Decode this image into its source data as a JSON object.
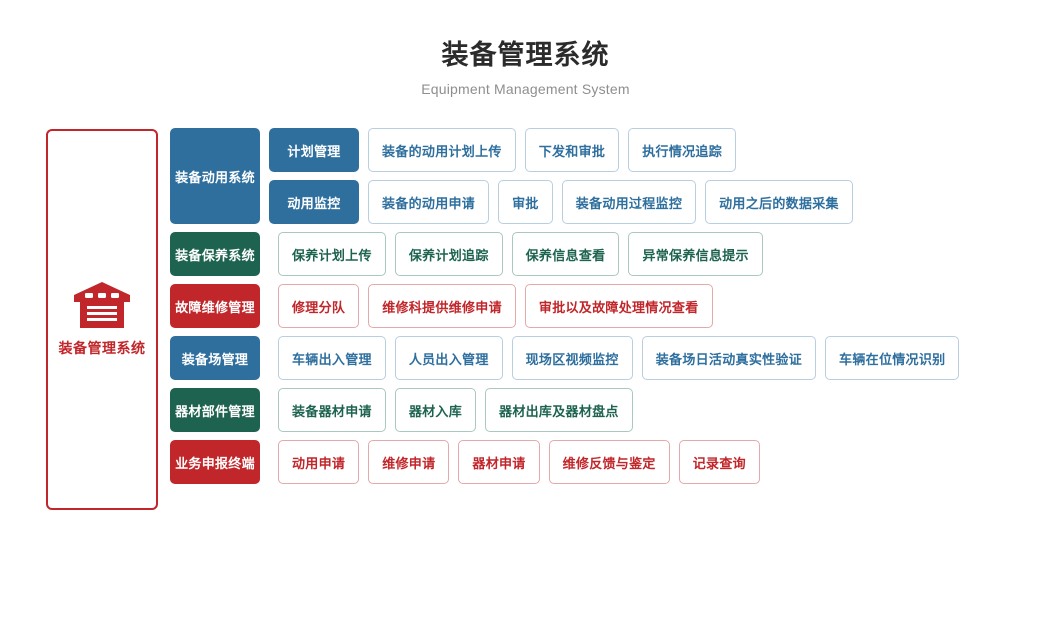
{
  "header": {
    "title": "装备管理系统",
    "subtitle": "Equipment Management System"
  },
  "brand": {
    "icon": "warehouse-icon",
    "label": "装备管理系统",
    "border_color": "#c1262a",
    "icon_color": "#c1262a"
  },
  "colors": {
    "blue": "#2e6f9e",
    "green": "#1e6350",
    "red": "#c1262a",
    "leaf_blue_border": "#b8cfe0",
    "leaf_green_border": "#a9c9bf",
    "leaf_red_border": "#e3a9ab"
  },
  "rows": [
    {
      "category": "装备动用系统",
      "color": "blue",
      "subgroups": [
        {
          "sub": "计划管理",
          "leaves": [
            "装备的动用计划上传",
            "下发和审批",
            "执行情况追踪"
          ]
        },
        {
          "sub": "动用监控",
          "leaves": [
            "装备的动用申请",
            "审批",
            "装备动用过程监控",
            "动用之后的数据采集"
          ]
        }
      ]
    },
    {
      "category": "装备保养系统",
      "color": "green",
      "subgroups": [
        {
          "sub": null,
          "leaves": [
            "保养计划上传",
            "保养计划追踪",
            "保养信息查看",
            "异常保养信息提示"
          ]
        }
      ]
    },
    {
      "category": "故障维修管理",
      "color": "red",
      "subgroups": [
        {
          "sub": null,
          "leaves": [
            "修理分队",
            "维修科提供维修申请",
            "审批以及故障处理情况查看"
          ]
        }
      ]
    },
    {
      "category": "装备场管理",
      "color": "blue",
      "subgroups": [
        {
          "sub": null,
          "leaves": [
            "车辆出入管理",
            "人员出入管理",
            "现场区视频监控",
            "装备场日活动真实性验证",
            "车辆在位情况识别"
          ]
        }
      ]
    },
    {
      "category": "器材部件管理",
      "color": "green",
      "subgroups": [
        {
          "sub": null,
          "leaves": [
            "装备器材申请",
            "器材入库",
            "器材出库及器材盘点"
          ]
        }
      ]
    },
    {
      "category": "业务申报终端",
      "color": "red",
      "subgroups": [
        {
          "sub": null,
          "leaves": [
            "动用申请",
            "维修申请",
            "器材申请",
            "维修反馈与鉴定",
            "记录查询"
          ]
        }
      ]
    }
  ]
}
